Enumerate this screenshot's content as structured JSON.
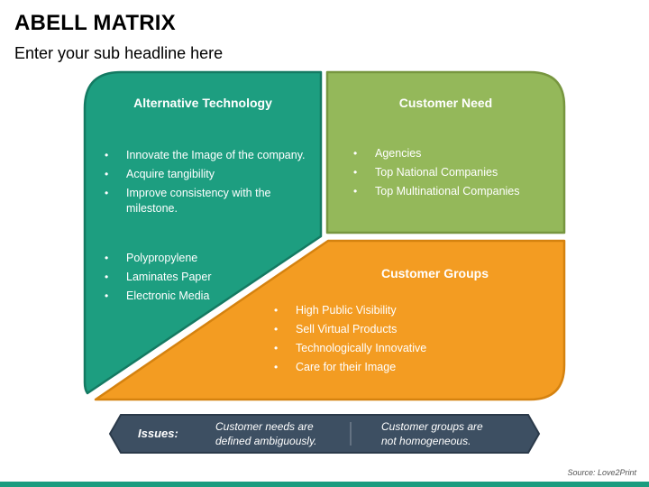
{
  "title": "ABELL MATRIX",
  "subtitle": "Enter your sub headline here",
  "colors": {
    "teal": "#1d9e80",
    "teal_dark": "#147a62",
    "green": "#94b85a",
    "green_dark": "#77963f",
    "orange": "#f39c22",
    "orange_dark": "#d5820f",
    "slate": "#3d4f62",
    "footer": "#1a9c7f"
  },
  "alternative_technology": {
    "heading": "Alternative Technology",
    "group1": [
      "Innovate the Image of the company.",
      "Acquire tangibility",
      "Improve consistency with the milestone."
    ],
    "group2": [
      "Polypropylene",
      "Laminates Paper",
      "Electronic Media"
    ]
  },
  "customer_need": {
    "heading": "Customer Need",
    "items": [
      "Agencies",
      "Top National Companies",
      "Top Multinational Companies"
    ]
  },
  "customer_groups": {
    "heading": "Customer Groups",
    "items": [
      "High Public Visibility",
      "Sell Virtual Products",
      "Technologically Innovative",
      "Care for their Image"
    ]
  },
  "issues": {
    "label": "Issues:",
    "item1": "Customer needs are defined ambiguously.",
    "item2": "Customer groups are not homogeneous."
  },
  "bullet_symbol": "•",
  "source": "Source: Love2Print"
}
